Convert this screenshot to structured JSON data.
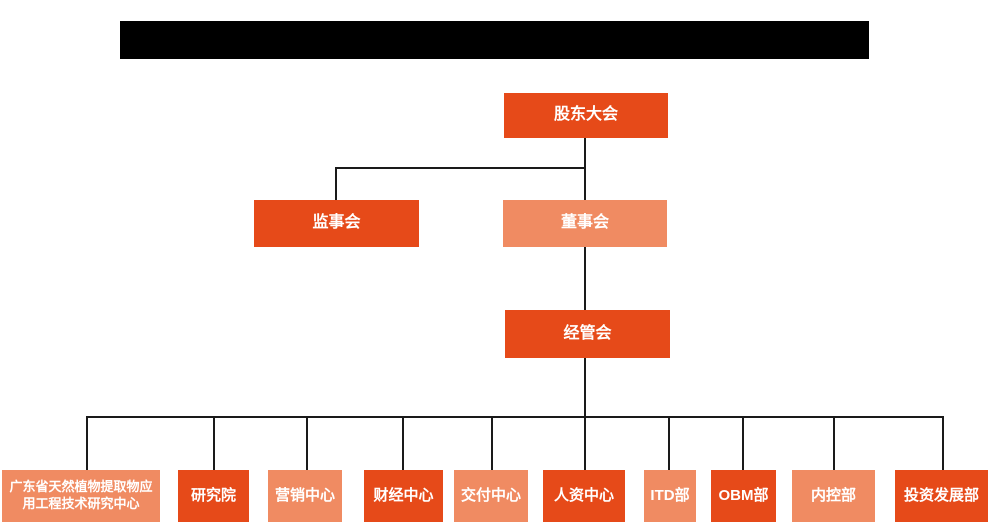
{
  "colors": {
    "primary": "#e64a19",
    "secondary": "#f08b62",
    "line": "#1a1a1a",
    "redacted_bar": "#000000",
    "text_on_box": "#ffffff"
  },
  "org": {
    "root": {
      "label": "股东大会",
      "variant": "dark"
    },
    "level2": [
      {
        "label": "监事会",
        "variant": "dark"
      },
      {
        "label": "董事会",
        "variant": "light"
      }
    ],
    "level3": {
      "label": "经管会",
      "variant": "dark"
    },
    "departments": [
      {
        "label": "广东省天然植物提取物应用工程技术研究中心",
        "variant": "light"
      },
      {
        "label": "研究院",
        "variant": "dark"
      },
      {
        "label": "营销中心",
        "variant": "light"
      },
      {
        "label": "财经中心",
        "variant": "dark"
      },
      {
        "label": "交付中心",
        "variant": "light"
      },
      {
        "label": "人资中心",
        "variant": "dark"
      },
      {
        "label": "ITD部",
        "variant": "light"
      },
      {
        "label": "OBM部",
        "variant": "dark"
      },
      {
        "label": "内控部",
        "variant": "light"
      },
      {
        "label": "投资发展部",
        "variant": "dark"
      }
    ]
  }
}
